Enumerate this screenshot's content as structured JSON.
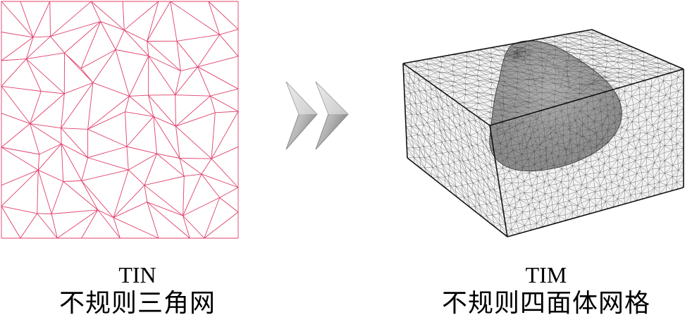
{
  "left_figure": {
    "abbr": "TIN",
    "label": "不规则三角网",
    "line_color": "#e0406a"
  },
  "right_figure": {
    "abbr": "TIM",
    "label": "不规则四面体网格",
    "mesh_color": "#333333"
  },
  "transition": {
    "icon": "double-chevron-right-icon",
    "color": "#9a9a9a"
  }
}
